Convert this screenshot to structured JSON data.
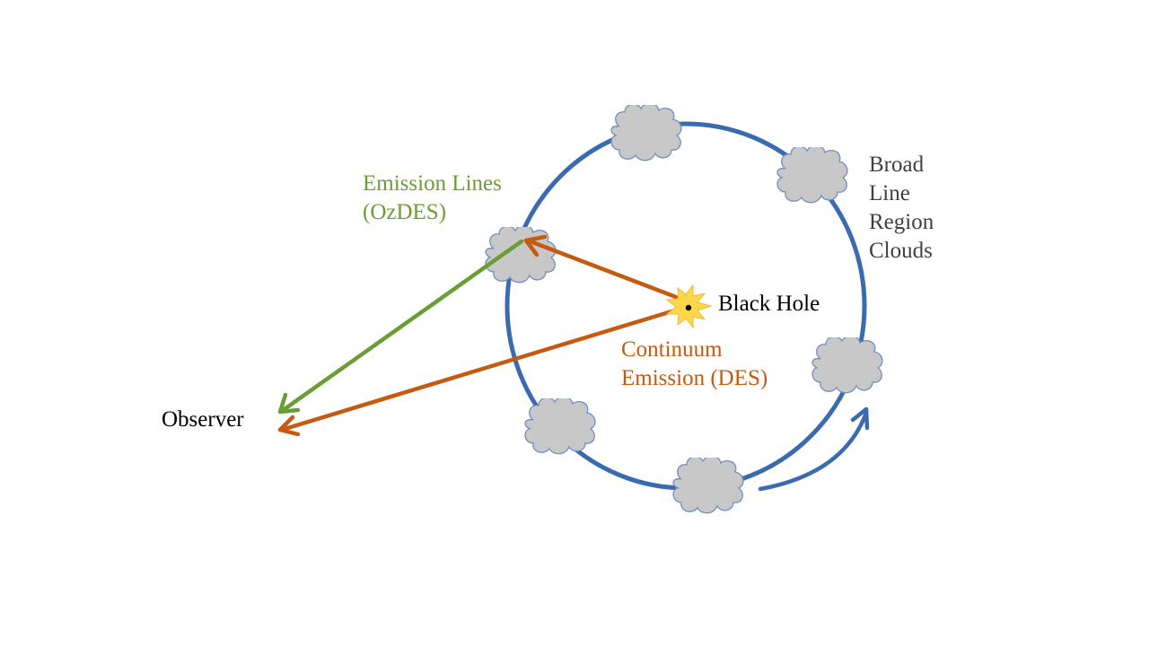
{
  "labels": {
    "observer": "Observer",
    "black_hole": "Black Hole",
    "emission_lines": [
      "Emission Lines",
      "(OzDES)"
    ],
    "continuum": [
      "Continuum",
      "Emission (DES)"
    ],
    "broad_line_region": [
      "Broad",
      "Line",
      "Region",
      "Clouds"
    ]
  },
  "colors": {
    "orbit": "#3B6BAF",
    "emission_arrow": "#6A9E34",
    "continuum_arrow": "#C55A11",
    "cloud_fill": "#C8C8C8",
    "cloud_outline": "#6F8EC2",
    "black_hole_glow": "#FFD84A",
    "text_default": "#000000",
    "text_blr": "#404040"
  },
  "icons": {
    "cloud": "cloud-icon",
    "black_hole": "starburst-icon",
    "orbit_direction": "curved-arrow-icon"
  }
}
